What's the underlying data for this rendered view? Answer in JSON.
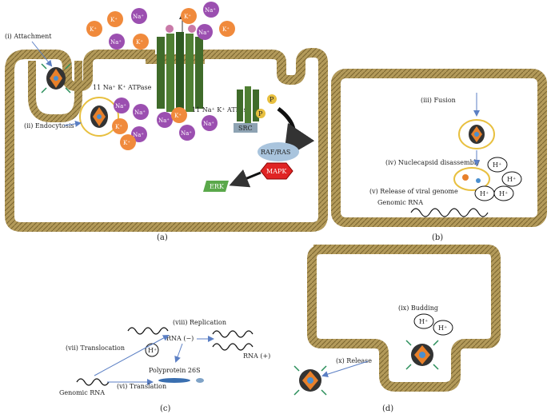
{
  "panels": {
    "a": {
      "caption": "(a)",
      "attachment": "(i) Attachment",
      "endocytosis": "(ii) Endocytosis",
      "atpase_label_1": "11 Na⁺ K⁺ ATPase",
      "atpase_label_2": "11 Na⁺ K⁺ ATPase",
      "src": "SRC",
      "raf": "RAF/RAS",
      "mapk": "MAPK",
      "erk": "ERK",
      "p": "P",
      "k_ion": "K⁺",
      "na_ion": "Na⁺"
    },
    "b": {
      "caption": "(b)",
      "fusion": "(iii) Fusion",
      "disassembly": "(iv) Nuclecapsid disassembly",
      "release_genome": "(v) Release of viral genome",
      "genomic_rna": "Genomic RNA",
      "h_ion": "H⁺"
    },
    "c": {
      "caption": "(c)",
      "replication": "(viii) Replication",
      "translocation": "(vii) Translocation",
      "rna_minus": "RNA (−)",
      "rna_plus": "RNA (+)",
      "polyprotein": "Polyprotein 26S",
      "translation": "(vi) Translation",
      "genomic_rna": "Genomic RNA",
      "h_ion": "H⁺"
    },
    "d": {
      "caption": "(d)",
      "budding": "(ix) Budding",
      "release": "(x) Release",
      "h_ion": "H⁺"
    }
  },
  "colors": {
    "membrane": "#b39a5a",
    "membrane_dark": "#7a6530",
    "k_ion": "#f08a3c",
    "na_ion": "#9b4fb0",
    "atpase": "#3f6b2a",
    "mapk": "#e02424",
    "erk": "#5aa84a",
    "raf": "#a9c4dd"
  }
}
